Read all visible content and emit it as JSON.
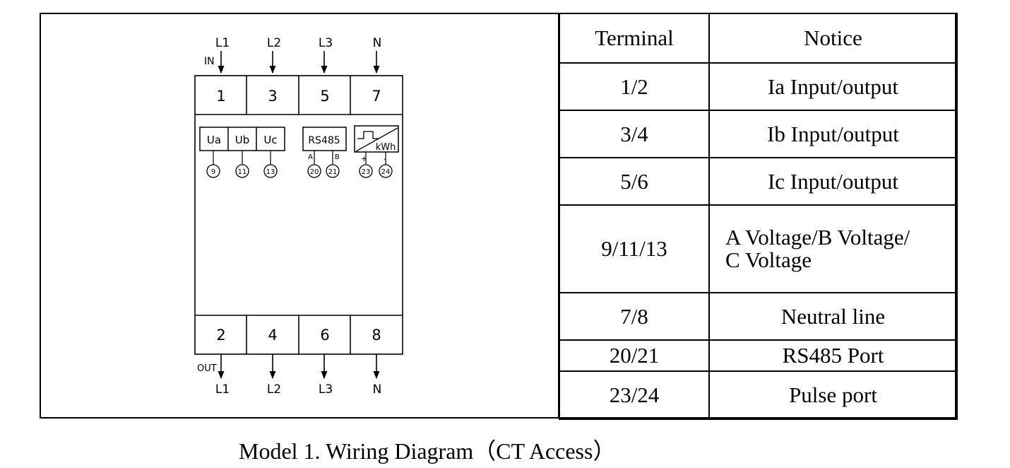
{
  "diagram": {
    "in_label": "IN",
    "out_label": "OUT",
    "top_lines": [
      "L1",
      "L2",
      "L3",
      "N"
    ],
    "bottom_lines": [
      "L1",
      "L2",
      "L3",
      "N"
    ],
    "top_terminals": [
      "1",
      "3",
      "5",
      "7"
    ],
    "bottom_terminals": [
      "2",
      "4",
      "6",
      "8"
    ],
    "voltage_labels": [
      "Ua",
      "Ub",
      "Uc"
    ],
    "voltage_pins": [
      "9",
      "11",
      "13"
    ],
    "rs485_label": "RS485",
    "rs485_pin_labels": [
      "A",
      "B"
    ],
    "rs485_pins": [
      "20",
      "21"
    ],
    "pulse_label": "kWh",
    "pulse_pin_labels": [
      "+",
      "-"
    ],
    "pulse_pins": [
      "23",
      "24"
    ]
  },
  "table": {
    "headers": [
      "Terminal",
      "Notice"
    ],
    "rows": [
      {
        "terminal": "1/2",
        "notice": "Ia Input/output"
      },
      {
        "terminal": "3/4",
        "notice": "Ib Input/output"
      },
      {
        "terminal": "5/6",
        "notice": "Ic Input/output"
      },
      {
        "terminal": "9/11/13",
        "notice_line1": "A Voltage/B Voltage/",
        "notice_line2": "C Voltage"
      },
      {
        "terminal": "7/8",
        "notice": "Neutral line"
      },
      {
        "terminal": "20/21",
        "notice": "RS485 Port"
      },
      {
        "terminal": "23/24",
        "notice": "Pulse port"
      }
    ]
  },
  "caption": "Model 1. Wiring Diagram（CT Access）"
}
